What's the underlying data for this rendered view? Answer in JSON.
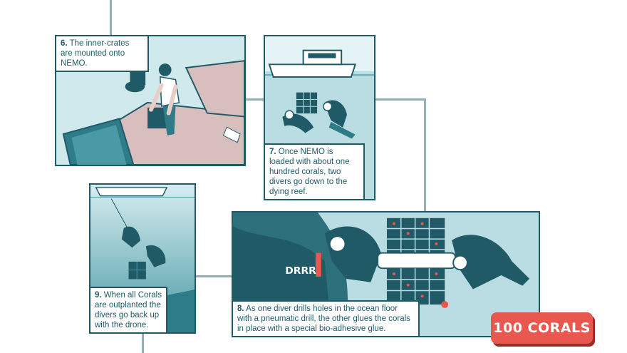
{
  "panels": {
    "p6": {
      "num": "6.",
      "text": "The inner-crates are mounted onto NEMO."
    },
    "p7": {
      "num": "7.",
      "text": "Once NEMO is loaded with about one hundred corals, two divers go down to the dying reef."
    },
    "p8": {
      "num": "8.",
      "text": "As one diver drills holes in the ocean floor with a pneumatic drill, the other glues the corals in place with a special bio-adhesive glue.",
      "sfx": "DRRR"
    },
    "p9": {
      "num": "9.",
      "text": "When all Corals are outplanted the divers go back up with the drone."
    }
  },
  "badge": {
    "label": "100 CORALS"
  },
  "colors": {
    "dark_teal": "#1f5a66",
    "water": "#b9dde2",
    "connector": "#94aeb5",
    "badge": "#e9584f"
  }
}
